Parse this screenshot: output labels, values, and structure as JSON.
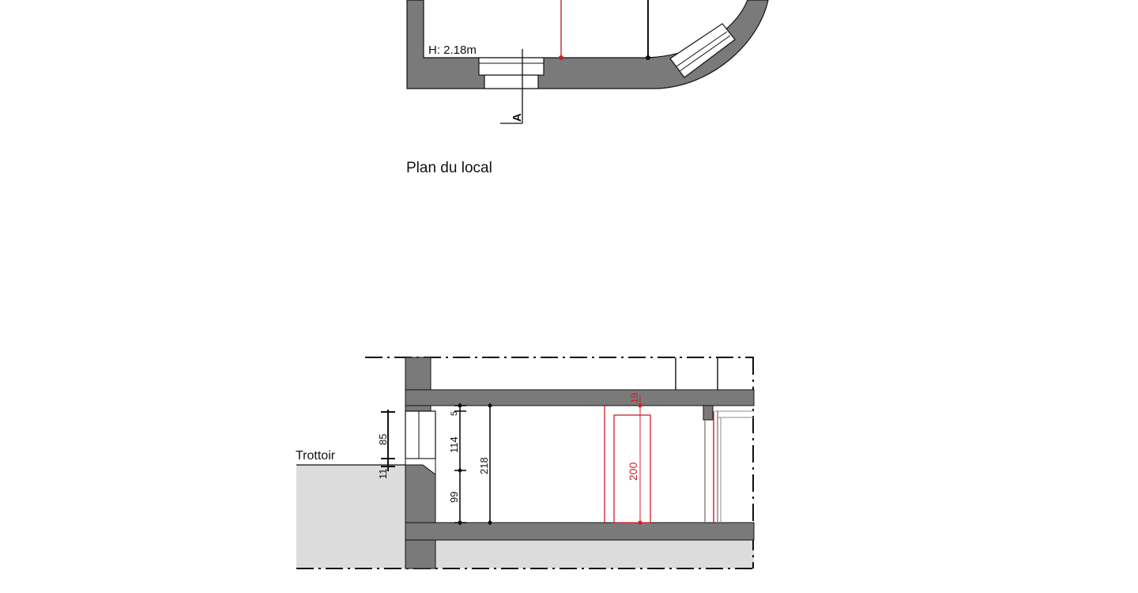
{
  "plan": {
    "height_label": "H: 2.18m",
    "section_marker": "A",
    "caption": "Plan du local"
  },
  "section": {
    "sidewalk_label": "Trottoir",
    "dims": {
      "window_height": "85",
      "sill": "11",
      "top_gap": "5",
      "upper": "114",
      "lower": "99",
      "total": "218",
      "top_red": "18",
      "bed": "200"
    }
  },
  "colors": {
    "wall": "#7a7a7a",
    "ground": "#dcdcdc",
    "line": "#111111",
    "accent": "#cc1f2a"
  }
}
